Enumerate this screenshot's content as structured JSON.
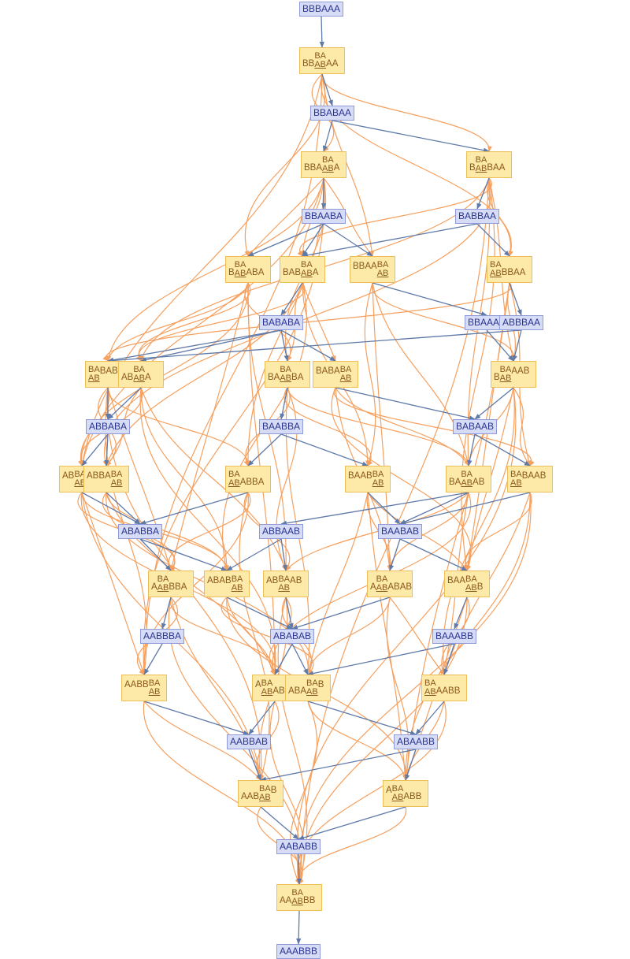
{
  "colors": {
    "state_fill": "#d7dcf6",
    "state_border": "#8f9bd8",
    "state_text": "#2a3490",
    "event_fill": "#fde9a8",
    "event_border": "#eebf56",
    "event_text": "#8a5a1c",
    "causal_edge": "#f5a05f",
    "evolution_edge": "#5f7aa8"
  },
  "states": [
    {
      "id": "s0",
      "label": "BBBAAA"
    },
    {
      "id": "s1",
      "label": "BBABAA"
    },
    {
      "id": "s2",
      "label": "BBAABA"
    },
    {
      "id": "s3",
      "label": "BABBAA"
    },
    {
      "id": "s4",
      "label": "BABABA"
    },
    {
      "id": "s5",
      "label": "BBAAAB"
    },
    {
      "id": "s6",
      "label": "ABBBAA"
    },
    {
      "id": "s7",
      "label": "ABBABA"
    },
    {
      "id": "s8",
      "label": "BAABBA"
    },
    {
      "id": "s9",
      "label": "BABAAB"
    },
    {
      "id": "s10",
      "label": "ABABBA"
    },
    {
      "id": "s11",
      "label": "ABBAAB"
    },
    {
      "id": "s12",
      "label": "BAABAB"
    },
    {
      "id": "s13",
      "label": "AABBBA"
    },
    {
      "id": "s14",
      "label": "ABABAB"
    },
    {
      "id": "s15",
      "label": "BAAABB"
    },
    {
      "id": "s16",
      "label": "AABBAB"
    },
    {
      "id": "s17",
      "label": "ABAABB"
    },
    {
      "id": "s18",
      "label": "AABABB"
    },
    {
      "id": "s19",
      "label": "AAABBB"
    }
  ],
  "events": [
    {
      "id": "e0",
      "pre": "BB",
      "top": "BA",
      "bot": "AB",
      "post": "AA"
    },
    {
      "id": "e1",
      "pre": "BBA",
      "top": "BA",
      "bot": "AB",
      "post": "A"
    },
    {
      "id": "e2",
      "pre": "B",
      "top": "BA",
      "bot": "AB",
      "post": "BAA"
    },
    {
      "id": "e3",
      "pre": "B",
      "top": "BA",
      "bot": "AB",
      "post": "ABA"
    },
    {
      "id": "e4",
      "pre": "BAB",
      "top": "BA",
      "bot": "AB",
      "post": "A"
    },
    {
      "id": "e5",
      "pre": "BBAA",
      "top": "BA",
      "bot": "AB",
      "post": ""
    },
    {
      "id": "e6",
      "pre": "",
      "top": "BA",
      "bot": "AB",
      "post": "BBAA"
    },
    {
      "id": "e7",
      "pre": "",
      "top": "BA",
      "bot": "AB",
      "post": "BABA"
    },
    {
      "id": "e8",
      "pre": "AB",
      "top": "BA",
      "bot": "AB",
      "post": "A"
    },
    {
      "id": "e9",
      "pre": "BA",
      "top": "BA",
      "bot": "AB",
      "post": "BA"
    },
    {
      "id": "e10",
      "pre": "BABA",
      "top": "BA",
      "bot": "AB",
      "post": ""
    },
    {
      "id": "e11",
      "pre": "B",
      "top": "BA",
      "bot": "AB",
      "post": "AAB"
    },
    {
      "id": "e12",
      "pre": "AB",
      "top": "BA",
      "bot": "AB",
      "post": "BA"
    },
    {
      "id": "e13",
      "pre": "ABBA",
      "top": "BA",
      "bot": "AB",
      "post": ""
    },
    {
      "id": "e14",
      "pre": "",
      "top": "BA",
      "bot": "AB",
      "post": "ABBA"
    },
    {
      "id": "e15",
      "pre": "BAAB",
      "top": "BA",
      "bot": "AB",
      "post": ""
    },
    {
      "id": "e16",
      "pre": "BA",
      "top": "BA",
      "bot": "AB",
      "post": "AB"
    },
    {
      "id": "e17",
      "pre": "",
      "top": "BA",
      "bot": "AB",
      "post": "BAAB"
    },
    {
      "id": "e18",
      "pre": "A",
      "top": "BA",
      "bot": "AB",
      "post": "BBA"
    },
    {
      "id": "e19",
      "pre": "ABAB",
      "top": "BA",
      "bot": "AB",
      "post": ""
    },
    {
      "id": "e20",
      "pre": "AB",
      "top": "BA",
      "bot": "AB",
      "post": "AB"
    },
    {
      "id": "e21",
      "pre": "A",
      "top": "BA",
      "bot": "AB",
      "post": "ABAB"
    },
    {
      "id": "e22",
      "pre": "BAA",
      "top": "BA",
      "bot": "AB",
      "post": "B"
    },
    {
      "id": "e23",
      "pre": "AABB",
      "top": "BA",
      "bot": "AB",
      "post": ""
    },
    {
      "id": "e24",
      "pre": "A",
      "top": "BA",
      "bot": "AB",
      "post": "AB"
    },
    {
      "id": "e25",
      "pre": "ABA",
      "top": "BA",
      "bot": "AB",
      "post": "B"
    },
    {
      "id": "e26",
      "pre": "",
      "top": "BA",
      "bot": "AB",
      "post": "AABB"
    },
    {
      "id": "e27",
      "pre": "AAB",
      "top": "BA",
      "bot": "AB",
      "post": "B"
    },
    {
      "id": "e28",
      "pre": "A",
      "top": "BA",
      "bot": "AB",
      "post": "ABB"
    },
    {
      "id": "e29",
      "pre": "AA",
      "top": "BA",
      "bot": "AB",
      "post": "BB"
    }
  ]
}
